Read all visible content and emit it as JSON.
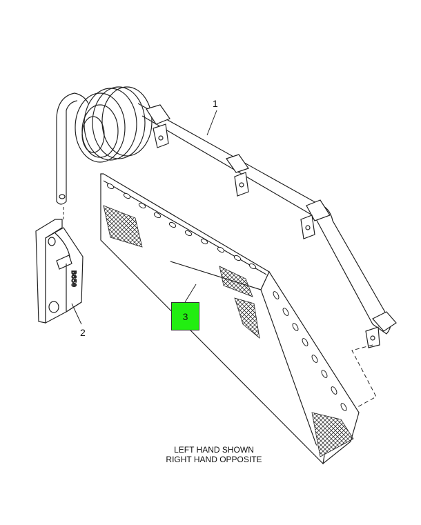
{
  "callouts": {
    "part_1": "1",
    "part_2": "2",
    "part_3": "3"
  },
  "bracket_stamp": "B650",
  "notes": {
    "line_1": "LEFT HAND SHOWN",
    "line_2": "RIGHT HAND OPPOSITE"
  },
  "colors": {
    "highlight": "#22ee11",
    "line": "#222222"
  }
}
